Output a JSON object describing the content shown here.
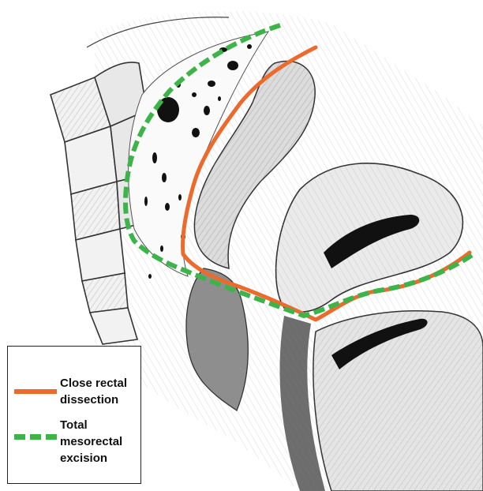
{
  "legend": {
    "items": [
      {
        "label": "Close rectal\ndissection",
        "color": "#ec6a2c",
        "style": "solid"
      },
      {
        "label": "Total\nmesorectal\nexcision",
        "color": "#3db44a",
        "style": "dashed"
      }
    ]
  },
  "colors": {
    "orange_line": "#ec6a2c",
    "green_line": "#3db44a",
    "sketch_ink": "#333333",
    "sketch_shade": "#8a8a8a",
    "background": "#ffffff"
  }
}
